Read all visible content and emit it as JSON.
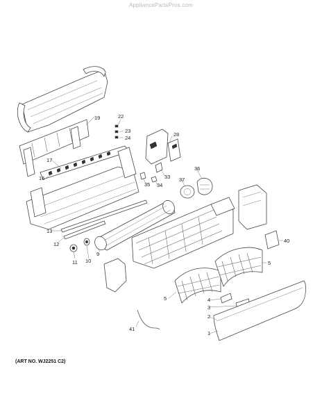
{
  "watermark": "AppliancePartsPros.com",
  "art_number": "(ART NO. WJ2251 C2)",
  "callouts": [
    {
      "id": "c1",
      "label": "1"
    },
    {
      "id": "c2",
      "label": "2"
    },
    {
      "id": "c3",
      "label": "3"
    },
    {
      "id": "c4",
      "label": "4"
    },
    {
      "id": "c5a",
      "label": "5"
    },
    {
      "id": "c5b",
      "label": "5"
    },
    {
      "id": "c9",
      "label": "9"
    },
    {
      "id": "c10",
      "label": "10"
    },
    {
      "id": "c11",
      "label": "11"
    },
    {
      "id": "c12",
      "label": "12"
    },
    {
      "id": "c13",
      "label": "13"
    },
    {
      "id": "c16",
      "label": "16"
    },
    {
      "id": "c17",
      "label": "17"
    },
    {
      "id": "c19",
      "label": "19"
    },
    {
      "id": "c22",
      "label": "22"
    },
    {
      "id": "c23",
      "label": "23"
    },
    {
      "id": "c24",
      "label": "24"
    },
    {
      "id": "c28",
      "label": "28"
    },
    {
      "id": "c33",
      "label": "33"
    },
    {
      "id": "c34",
      "label": "34"
    },
    {
      "id": "c35",
      "label": "35"
    },
    {
      "id": "c36",
      "label": "36"
    },
    {
      "id": "c37",
      "label": "37"
    },
    {
      "id": "c40",
      "label": "40"
    },
    {
      "id": "c41",
      "label": "41"
    }
  ]
}
